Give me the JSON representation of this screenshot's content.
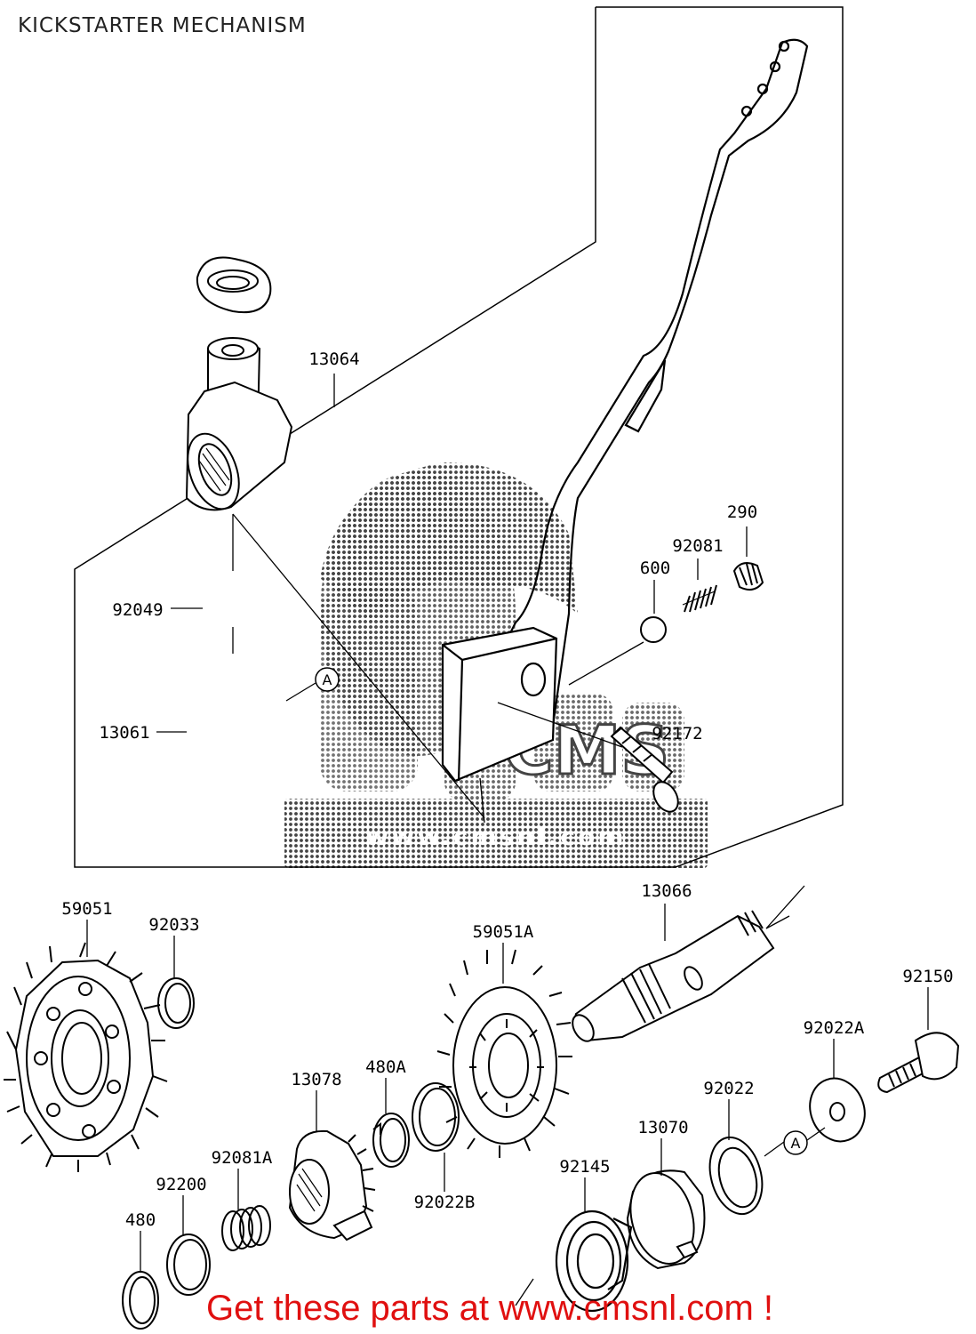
{
  "title": "KICKSTARTER MECHANISM",
  "promo": "Get these parts at www.cmsnl.com !",
  "watermark": {
    "text": "CMS",
    "url": "www.cmsnl.com",
    "color": "#3c3c3c"
  },
  "callout": "A",
  "parts": {
    "p13064": "13064",
    "p290": "290",
    "p92081": "92081",
    "p600": "600",
    "p92049": "92049",
    "p13061": "13061",
    "p92172": "92172",
    "p59051": "59051",
    "p92033": "92033",
    "p13066": "13066",
    "p59051A": "59051A",
    "p92150": "92150",
    "p92022A": "92022A",
    "p13078": "13078",
    "p480A": "480A",
    "p92022": "92022",
    "p13070": "13070",
    "p92081A": "92081A",
    "p92145": "92145",
    "p92022B": "92022B",
    "p92200": "92200",
    "p480": "480"
  },
  "colors": {
    "promo": "#e01010",
    "line": "#000000"
  }
}
